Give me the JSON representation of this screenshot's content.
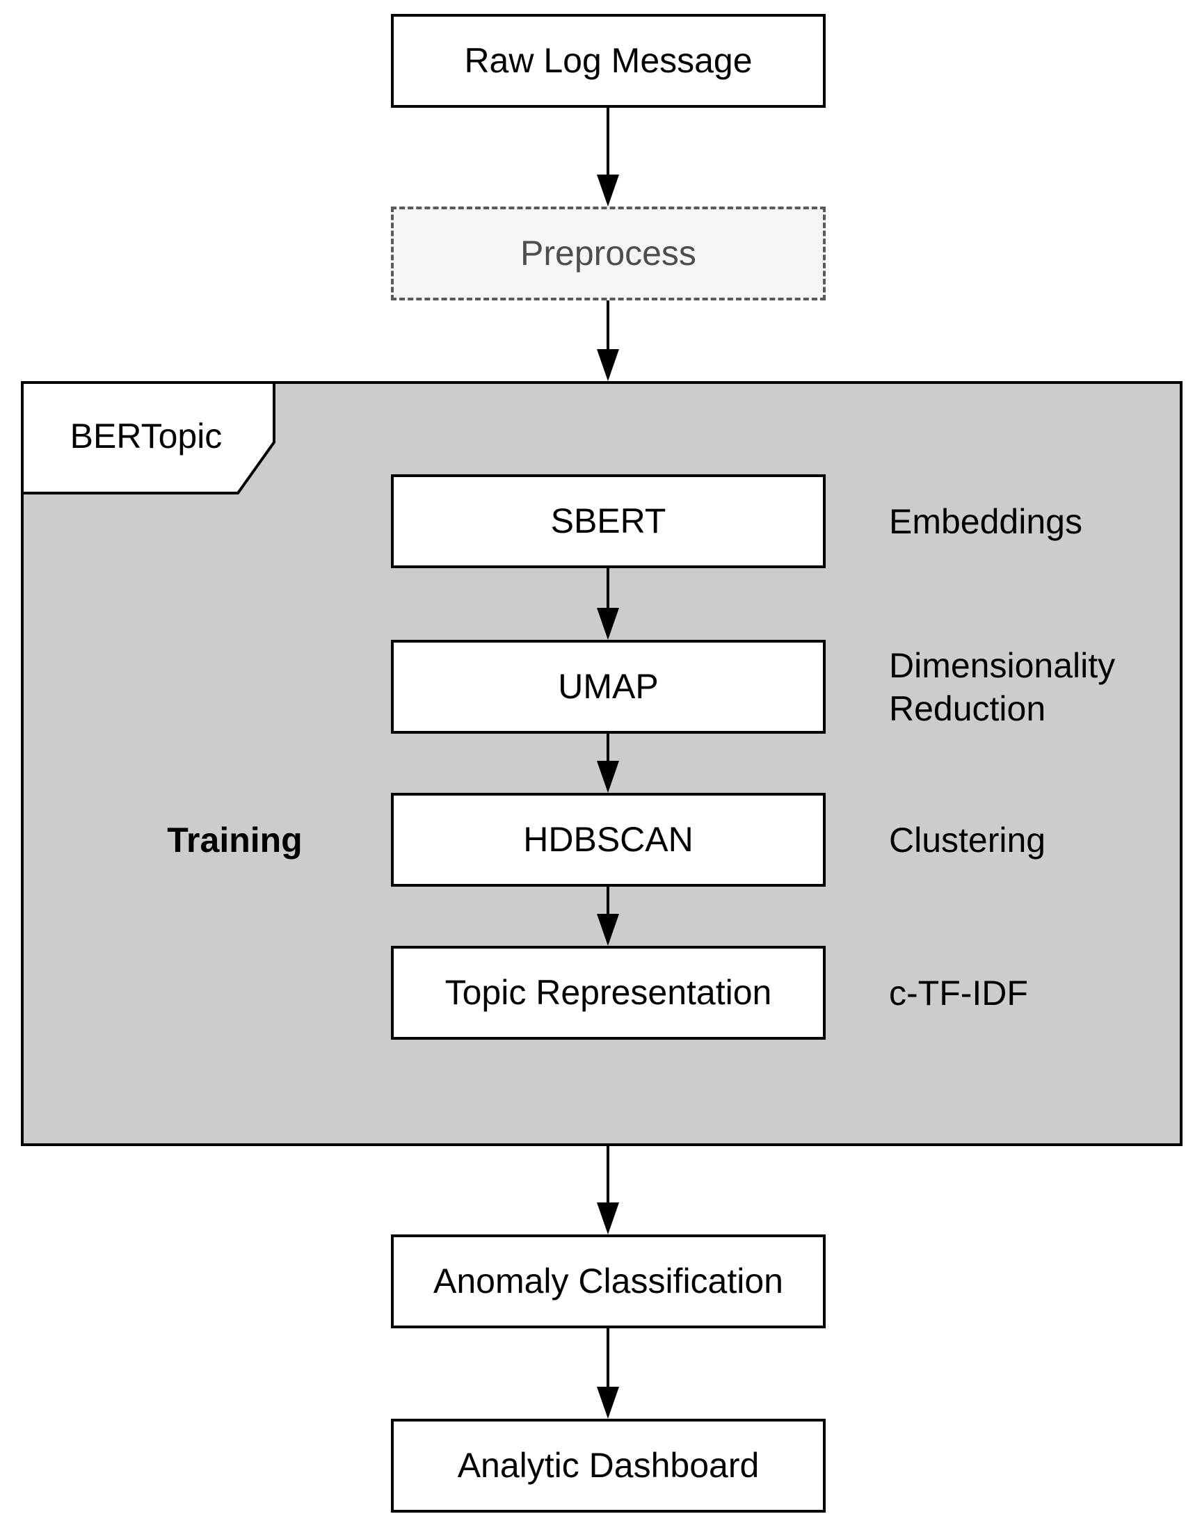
{
  "flow": {
    "raw_log": {
      "label": "Raw Log Message"
    },
    "preprocess": {
      "label": "Preprocess"
    },
    "anomaly": {
      "label": "Anomaly Classification"
    },
    "dashboard": {
      "label": "Analytic Dashboard"
    }
  },
  "bertopic": {
    "tab_label": "BERTopic",
    "side_label": "Training",
    "steps": {
      "sbert": {
        "label": "SBERT",
        "annotation": "Embeddings"
      },
      "umap": {
        "label": "UMAP",
        "annotation": "Dimensionality Reduction"
      },
      "hdbscan": {
        "label": "HDBSCAN",
        "annotation": "Clustering"
      },
      "topic": {
        "label": "Topic Representation",
        "annotation": "c-TF-IDF"
      }
    }
  },
  "colors": {
    "node_border": "#000000",
    "node_fill": "#ffffff",
    "text": "#000000",
    "container_fill": "#cccccc",
    "preprocess_fill": "#f5f5f5",
    "preprocess_border": "#595959",
    "preprocess_text": "#4d4d4d",
    "arrow": "#000000"
  }
}
